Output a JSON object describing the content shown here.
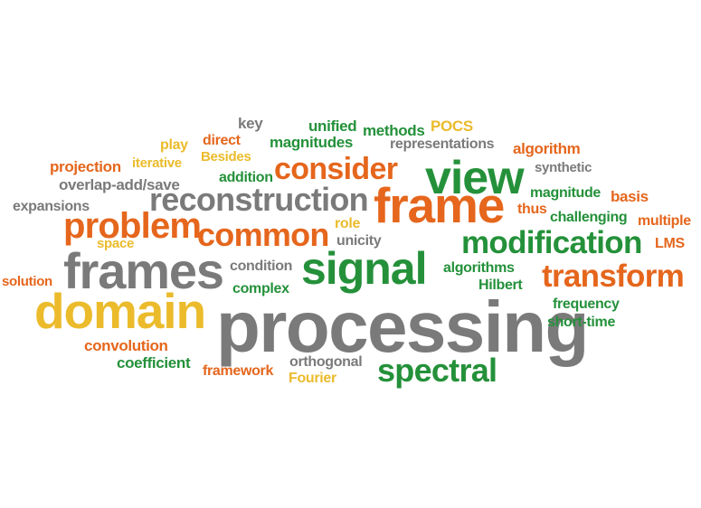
{
  "palette": {
    "gray": "#7a7a7a",
    "green": "#24913a",
    "orange": "#e5661c",
    "yellow": "#ebbb2b"
  },
  "words": [
    {
      "text": "key",
      "color": "gray"
    },
    {
      "text": "unified",
      "color": "green"
    },
    {
      "text": "methods",
      "color": "green"
    },
    {
      "text": "POCS",
      "color": "yellow"
    },
    {
      "text": "play",
      "color": "yellow"
    },
    {
      "text": "direct",
      "color": "orange"
    },
    {
      "text": "magnitudes",
      "color": "green"
    },
    {
      "text": "representations",
      "color": "gray"
    },
    {
      "text": "algorithm",
      "color": "orange"
    },
    {
      "text": "projection",
      "color": "orange"
    },
    {
      "text": "iterative",
      "color": "yellow"
    },
    {
      "text": "Besides",
      "color": "yellow"
    },
    {
      "text": "consider",
      "color": "orange"
    },
    {
      "text": "synthetic",
      "color": "gray"
    },
    {
      "text": "overlap-add/save",
      "color": "gray"
    },
    {
      "text": "addition",
      "color": "green"
    },
    {
      "text": "view",
      "color": "green"
    },
    {
      "text": "magnitude",
      "color": "green"
    },
    {
      "text": "basis",
      "color": "orange"
    },
    {
      "text": "expansions",
      "color": "gray"
    },
    {
      "text": "reconstruction",
      "color": "gray"
    },
    {
      "text": "thus",
      "color": "orange"
    },
    {
      "text": "frame",
      "color": "orange"
    },
    {
      "text": "challenging",
      "color": "green"
    },
    {
      "text": "multiple",
      "color": "orange"
    },
    {
      "text": "problem",
      "color": "orange"
    },
    {
      "text": "role",
      "color": "yellow"
    },
    {
      "text": "common",
      "color": "orange"
    },
    {
      "text": "space",
      "color": "yellow"
    },
    {
      "text": "unicity",
      "color": "gray"
    },
    {
      "text": "modification",
      "color": "green"
    },
    {
      "text": "LMS",
      "color": "orange"
    },
    {
      "text": "frames",
      "color": "gray"
    },
    {
      "text": "condition",
      "color": "gray"
    },
    {
      "text": "signal",
      "color": "green"
    },
    {
      "text": "algorithms",
      "color": "green"
    },
    {
      "text": "transform",
      "color": "orange"
    },
    {
      "text": "solution",
      "color": "orange"
    },
    {
      "text": "complex",
      "color": "green"
    },
    {
      "text": "Hilbert",
      "color": "green"
    },
    {
      "text": "domain",
      "color": "yellow"
    },
    {
      "text": "processing",
      "color": "gray"
    },
    {
      "text": "frequency",
      "color": "green"
    },
    {
      "text": "short-time",
      "color": "green"
    },
    {
      "text": "convolution",
      "color": "orange"
    },
    {
      "text": "orthogonal",
      "color": "gray"
    },
    {
      "text": "coefficient",
      "color": "green"
    },
    {
      "text": "framework",
      "color": "orange"
    },
    {
      "text": "Fourier",
      "color": "yellow"
    },
    {
      "text": "spectral",
      "color": "green"
    }
  ]
}
